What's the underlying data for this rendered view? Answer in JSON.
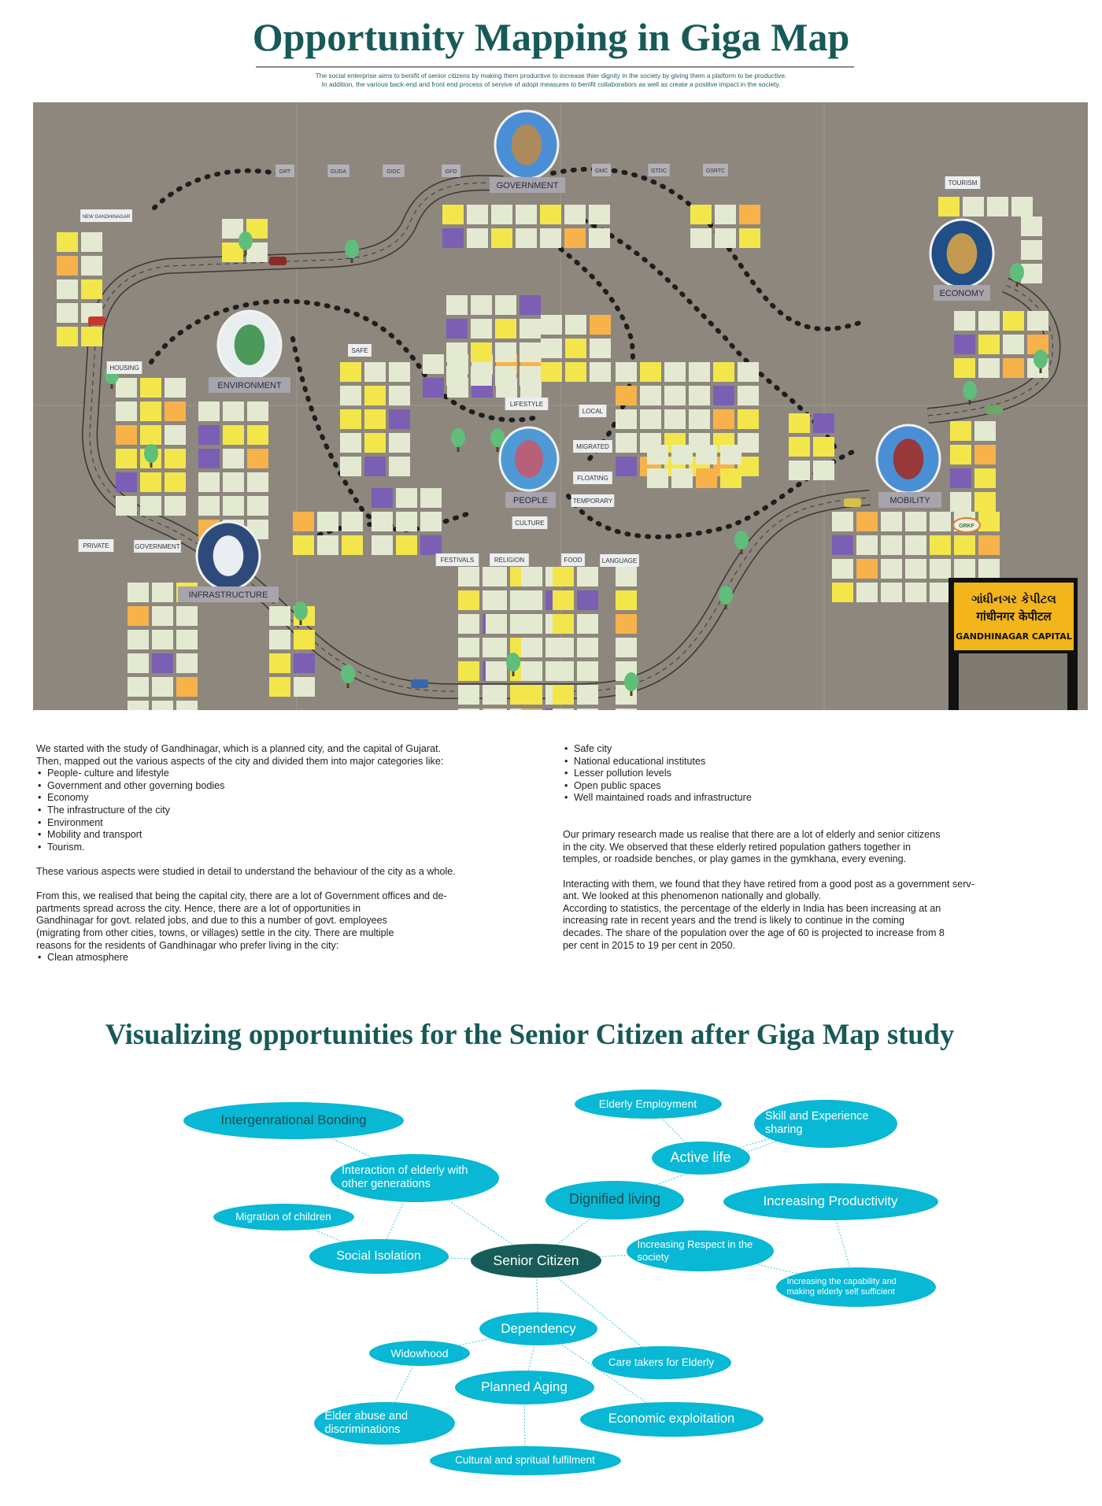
{
  "header": {
    "title": "Opportunity Mapping in Giga Map",
    "subtitle_lines": [
      "The social enterprise aims to benifit of senior citizens by making them productive to increase thier dignity in the society by giving them a platform to be productive.",
      "In addition, the various back-end and front end process of servive of adopt measures to benifit collaboratiors as well as create a positive impact in the society."
    ]
  },
  "giga_map": {
    "category_labels": {
      "government": "GOVERNMENT",
      "economy": "ECONOMY",
      "environment": "ENVIRONMENT",
      "people": "PEOPLE",
      "infrastructure": "INFRASTRUCTURE",
      "mobility": "MOBILITY"
    },
    "tags": {
      "grt": "GRT",
      "guda": "GUDA",
      "gidc": "GIDC",
      "gfd": "GFD",
      "gmc": "GMC",
      "gtdc": "GTDC",
      "gsrtc": "GSRTC",
      "new_gandhinagar": "NEW GANDHINAGAR",
      "tourism": "TOURISM",
      "housing": "HOUSING",
      "safe": "SAFE",
      "lifestyle": "LIFESTYLE",
      "local": "LOCAL",
      "migrated": "MIGRATED",
      "floating": "FLOATING",
      "temporary": "TEMPORARY",
      "culture": "CULTURE",
      "festivals": "FESTIVALS",
      "religion": "RELIGION",
      "food": "FOOD",
      "language": "LANGUAGE",
      "private": "PRIVATE",
      "government_sub": "GOVERNMENT",
      "grkf": "GRKF"
    },
    "sign": {
      "line1": "ગાંધીનગર કેપીટલ",
      "line2": "गांधीनगर केपीटल",
      "line3": "GANDHINAGAR CAPITAL"
    },
    "colors": {
      "paper": "#8e877e",
      "note": "#e4ead2",
      "yellow": "#f3e64b",
      "orange": "#f7b24a",
      "purple": "#7a5fb5"
    }
  },
  "body": {
    "left": {
      "intro": [
        "We started with the study of Gandhinagar, which is a planned city, and the capital of Gujarat.",
        "Then, mapped out the various aspects of the city and divided them into major categories like:"
      ],
      "categories": [
        "People- culture and lifestyle",
        "Government and other governing bodies",
        "Economy",
        "The infrastructure of the city",
        "Environment",
        "Mobility and transport",
        "Tourism."
      ],
      "p2": "These various aspects were studied in detail to understand the behaviour of the city as a whole.",
      "p3_lines": [
        "From this, we realised that being the capital city, there are a lot of Government offices and de-",
        "partments spread across the city. Hence, there are a lot of opportunities in",
        "Gandhinagar for govt. related jobs, and due to this a number of govt. employees",
        "(migrating from other cities, towns, or villages) settle in the city. There are multiple",
        "reasons for the residents of Gandhinagar who prefer living in the city:"
      ],
      "reasons": [
        "Clean atmosphere"
      ]
    },
    "right": {
      "reasons": [
        "Safe city",
        "National educational institutes",
        "Lesser pollution levels",
        "Open public spaces",
        "Well maintained roads and infrastructure"
      ],
      "p1_lines": [
        "Our primary research made us realise that there are a lot of elderly and senior citizens",
        "in the city. We observed that these elderly retired population gathers together in",
        "temples, or roadside benches, or play games in the gymkhana, every evening."
      ],
      "p2_lines": [
        "Interacting with them, we found that they have retired from a good post as a government serv-",
        "ant. We looked at this phenomenon nationally and globally.",
        "According to statistics, the percentage of the elderly in India has been increasing at an",
        "increasing rate in recent years and the trend is likely to continue in the coming",
        "decades. The share of the population over the age of 60 is projected to increase from 8",
        "per cent in 2015 to 19 per cent in 2050."
      ]
    }
  },
  "mindmap": {
    "title": "Visualizing opportunities for the Senior Citizen after Giga Map study",
    "colors": {
      "bubble": "#08b8d4",
      "center": "#185c5a",
      "dark_text": "#1d4d50",
      "line": "#5fcfe0"
    },
    "nodes": {
      "bonding": "Intergenrational Bonding",
      "interaction": "Interaction of elderly with other generations",
      "migration": "Migration of children",
      "isolation": "Social Isolation",
      "senior": "Senior Citizen",
      "dignified": "Dignified living",
      "employment": "Elderly Employment",
      "active": "Active life",
      "skill": "Skill and Experience sharing",
      "productivity": "Increasing Productivity",
      "respect": "Increasing Respect in the society",
      "capability": "Increasing the capability and making elderly self sufficient",
      "dependency": "Dependency",
      "widowhood": "Widowhood",
      "caretakers": "Care takers for Elderly",
      "planned": "Planned Aging",
      "abuse": "Elder abuse and discriminations",
      "economic": "Economic exploitation",
      "cultural": "Cultural and spritual fulfilment"
    },
    "edges": [
      [
        "bonding",
        "interaction"
      ],
      [
        "interaction",
        "senior"
      ],
      [
        "interaction",
        "isolation"
      ],
      [
        "migration",
        "isolation"
      ],
      [
        "isolation",
        "senior"
      ],
      [
        "senior",
        "dignified"
      ],
      [
        "dignified",
        "skill"
      ],
      [
        "employment",
        "active"
      ],
      [
        "active",
        "skill"
      ],
      [
        "senior",
        "respect"
      ],
      [
        "respect",
        "capability"
      ],
      [
        "productivity",
        "capability"
      ],
      [
        "senior",
        "dependency"
      ],
      [
        "senior",
        "caretakers"
      ],
      [
        "dependency",
        "widowhood"
      ],
      [
        "widowhood",
        "abuse"
      ],
      [
        "dependency",
        "planned"
      ],
      [
        "dependency",
        "economic"
      ],
      [
        "planned",
        "cultural"
      ]
    ]
  }
}
